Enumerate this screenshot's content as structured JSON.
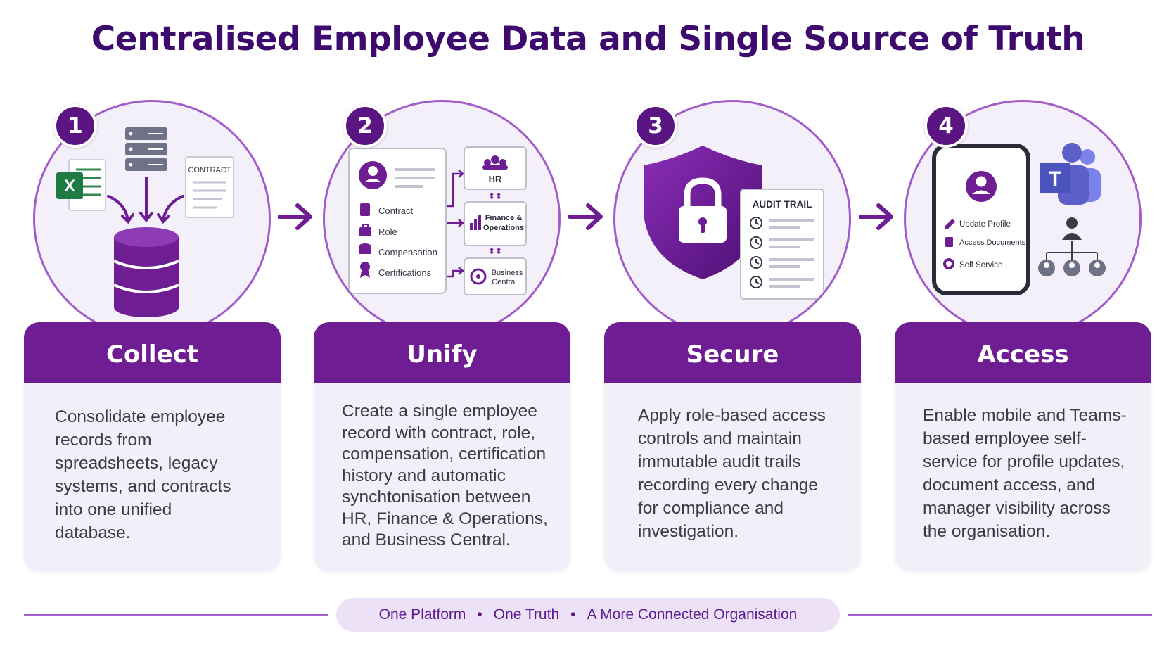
{
  "title": "Centralised Employee Data and Single Source of Truth",
  "colors": {
    "primary": "#6e1d92",
    "title": "#3d0a6e",
    "card": "#f3eff9",
    "accent": "#a15cc9"
  },
  "steps": [
    {
      "number": "1",
      "heading": "Collect",
      "body": "Consolidate employee records from spreadsheets, legacy systems, and contracts into one unified database.",
      "icons": [
        "excel-icon",
        "server-icon",
        "contract-icon",
        "database-icon"
      ],
      "contract_label": "CONTRACT"
    },
    {
      "number": "2",
      "heading": "Unify",
      "body": "Create a single employee record with contract, role, compensation, certification history and automatic synchtonisation between HR, Finance & Operations, and Business Central.",
      "record_fields": [
        "Contract",
        "Role",
        "Compensation",
        "Certifications"
      ],
      "systems": {
        "hr": "HR",
        "fo_line1": "Finance &",
        "fo_line2": "Operations",
        "bc_line1": "Business",
        "bc_line2": "Central"
      }
    },
    {
      "number": "3",
      "heading": "Secure",
      "body": "Apply role-based access controls and maintain immutable audit trails recording every change for compliance and investigation.",
      "audit_label": "AUDIT TRAIL"
    },
    {
      "number": "4",
      "heading": "Access",
      "body": "Enable mobile and Teams-based employee self-service for profile updates, document access, and manager visibility across the organisation.",
      "phone_items": [
        "Update Profile",
        "Access Documents",
        "Self Service"
      ],
      "teams_letter": "T"
    }
  ],
  "footer": {
    "item1": "One Platform",
    "item2": "One Truth",
    "item3": "A More Connected Organisation",
    "separator": "•"
  }
}
